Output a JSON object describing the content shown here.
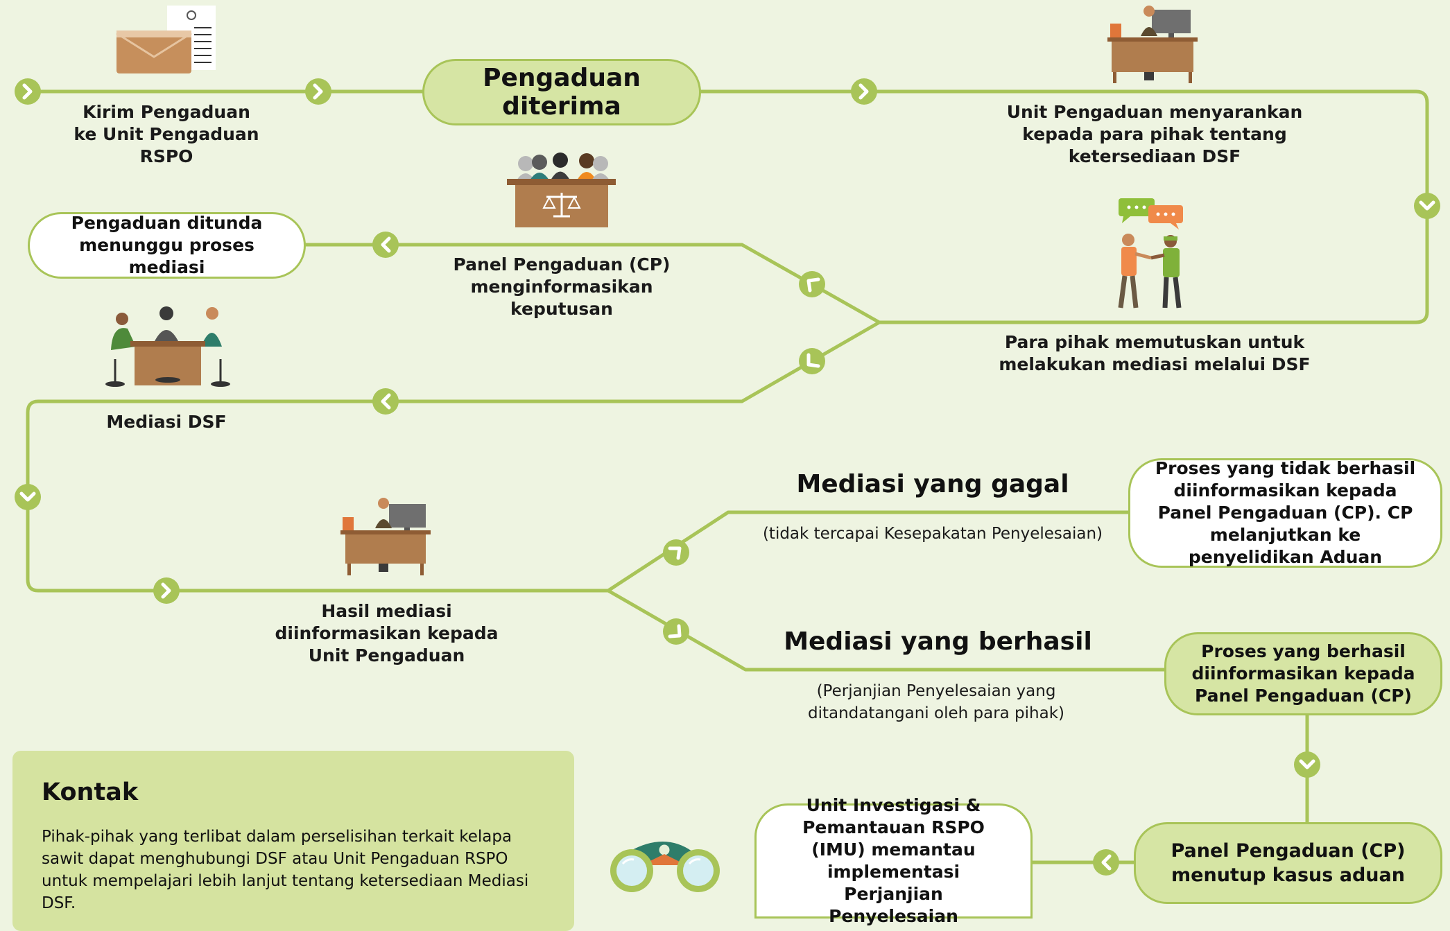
{
  "colors": {
    "background": "#eef4e1",
    "flow_line": "#a8c458",
    "marker": "#a8c458",
    "node_green": "#d6e5a4",
    "node_white": "#ffffff",
    "contact_panel": "#d5e3a0",
    "desk_brown": "#b07d4e"
  },
  "nodes": {
    "received": "Pengaduan diterima",
    "suspended": "Pengaduan ditunda menunggu proses mediasi",
    "failed_result": "Proses yang tidak berhasil diinformasikan kepada Panel Pengaduan (CP). CP melanjutkan ke penyelidikan Aduan",
    "success_result": "Proses yang berhasil diinformasikan kepada Panel Pengaduan (CP)",
    "close_case": "Panel Pengaduan (CP) menutup kasus aduan",
    "imu": "Unit Investigasi & Pemantauan RSPO (IMU) memantau implementasi Perjanjian Penyelesaian"
  },
  "labels": {
    "send_complaint": "Kirim Pengaduan ke Unit Pengaduan RSPO",
    "advise_parties": "Unit Pengaduan menyarankan kepada para pihak tentang ketersediaan DSF",
    "cp_informs": "Panel Pengaduan (CP) menginformasikan keputusan",
    "parties_decide": "Para pihak memutuskan untuk melakukan mediasi melalui DSF",
    "dsf_mediation": "Mediasi DSF",
    "mediation_result": "Hasil mediasi diinformasikan kepada Unit Pengaduan"
  },
  "branches": {
    "failed_title": "Mediasi yang gagal",
    "failed_note": "(tidak tercapai Kesepakatan Penyelesaian)",
    "success_title": "Mediasi yang berhasil",
    "success_note": "(Perjanjian Penyelesaian yang ditandatangani oleh para pihak)"
  },
  "contact": {
    "title": "Kontak",
    "text": "Pihak-pihak yang terlibat dalam perselisihan terkait kelapa sawit dapat menghubungi DSF atau Unit Pengaduan RSPO untuk mempelajari lebih lanjut tentang ketersediaan Mediasi DSF."
  },
  "icons": [
    "envelope-document-icon",
    "office-worker-desk-icon",
    "complaints-panel-icon",
    "chat-bubbles-icon",
    "handshake-icon",
    "mediation-table-icon",
    "binoculars-icon",
    "chevron-right-icon",
    "chevron-left-icon",
    "chevron-down-icon"
  ]
}
